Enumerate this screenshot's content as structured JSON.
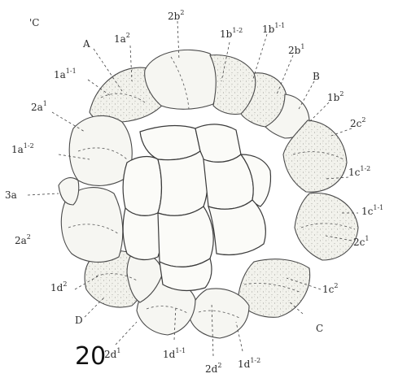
{
  "figure_number": "20",
  "labels": [
    {
      "key": "C_top",
      "base": "'C",
      "sup": ""
    },
    {
      "key": "A",
      "base": "A",
      "sup": ""
    },
    {
      "key": "1a2",
      "base": "1a",
      "sup": "2"
    },
    {
      "key": "2b2",
      "base": "2b",
      "sup": "2"
    },
    {
      "key": "1b1-2",
      "base": "1b",
      "sup": "1-2"
    },
    {
      "key": "1b1-1",
      "base": "1b",
      "sup": "1-1"
    },
    {
      "key": "2b1",
      "base": "2b",
      "sup": "1"
    },
    {
      "key": "1a1-1",
      "base": "1a",
      "sup": "1-1"
    },
    {
      "key": "B",
      "base": "B",
      "sup": ""
    },
    {
      "key": "1b2",
      "base": "1b",
      "sup": "2"
    },
    {
      "key": "2a1",
      "base": "2a",
      "sup": "1"
    },
    {
      "key": "2c2",
      "base": "2c",
      "sup": "2"
    },
    {
      "key": "1a1-2",
      "base": "1a",
      "sup": "1-2"
    },
    {
      "key": "1c1-2",
      "base": "1c",
      "sup": "1-2"
    },
    {
      "key": "3a",
      "base": "3a",
      "sup": ""
    },
    {
      "key": "1c1-1",
      "base": "1c",
      "sup": "1-1"
    },
    {
      "key": "2a2",
      "base": "2a",
      "sup": "2"
    },
    {
      "key": "2c1",
      "base": "2c",
      "sup": "1"
    },
    {
      "key": "1d2",
      "base": "1d",
      "sup": "2"
    },
    {
      "key": "1c2",
      "base": "1c",
      "sup": "2"
    },
    {
      "key": "D",
      "base": "D",
      "sup": ""
    },
    {
      "key": "C_bottom",
      "base": "C",
      "sup": ""
    },
    {
      "key": "2d1",
      "base": "2d",
      "sup": "1"
    },
    {
      "key": "1d1-1",
      "base": "1d",
      "sup": "1-1"
    },
    {
      "key": "2d2",
      "base": "2d",
      "sup": "2"
    },
    {
      "key": "1d1-2",
      "base": "1d",
      "sup": "1-2"
    }
  ]
}
